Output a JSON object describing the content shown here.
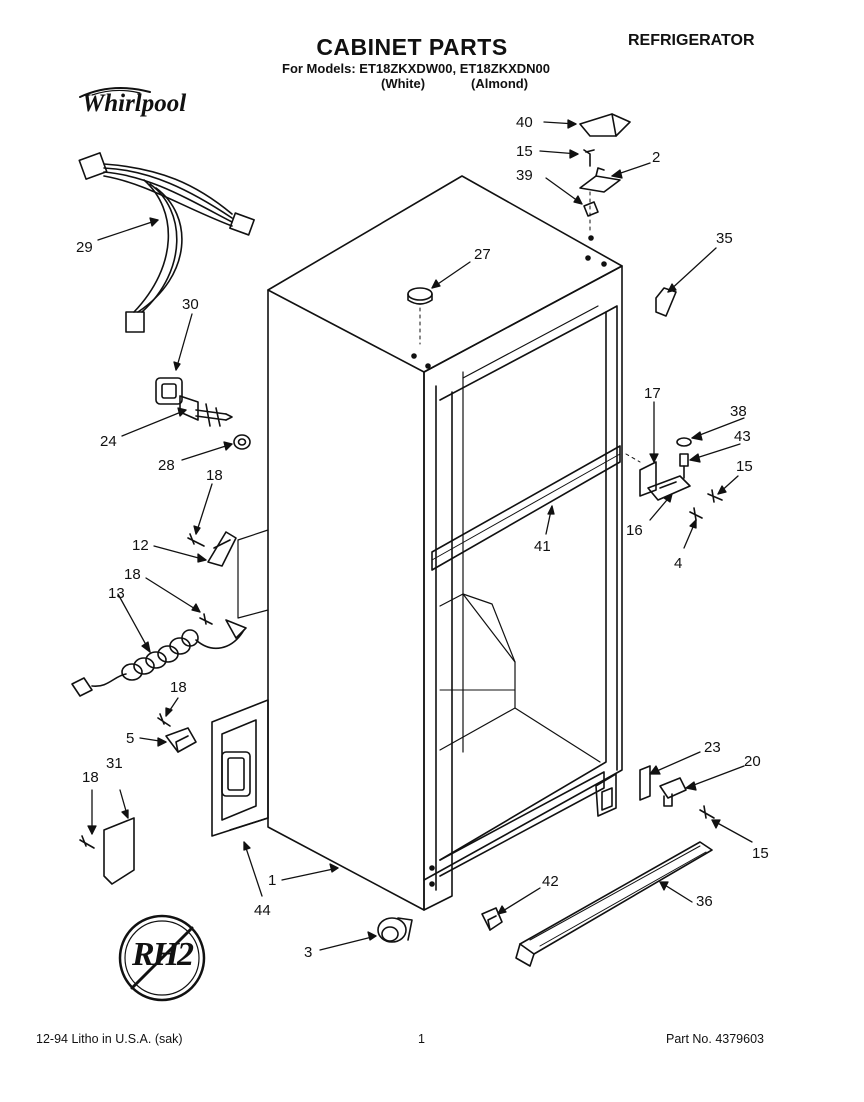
{
  "header": {
    "title": "CABINET PARTS",
    "category": "REFRIGERATOR",
    "models_line": "For Models: ET18ZKXDW00, ET18ZKXDN00",
    "variant_white": "(White)",
    "variant_almond": "(Almond)",
    "brand": "Whirlpool"
  },
  "footer": {
    "date_litho": "12-94  Litho in U.S.A. (sak)",
    "page_number": "1",
    "part_number": "Part No. 4379603"
  },
  "callouts": {
    "c40": "40",
    "c15a": "15",
    "c2": "2",
    "c39": "39",
    "c35": "35",
    "c27": "27",
    "c29": "29",
    "c30": "30",
    "c24": "24",
    "c28": "28",
    "c18a": "18",
    "c12": "12",
    "c18b": "18",
    "c13": "13",
    "c18c": "18",
    "c5": "5",
    "c18d": "18",
    "c31": "31",
    "c17": "17",
    "c38": "38",
    "c43": "43",
    "c15b": "15",
    "c16": "16",
    "c41": "41",
    "c4": "4",
    "c23": "23",
    "c20": "20",
    "c15c": "15",
    "c42": "42",
    "c36": "36",
    "c1": "1",
    "c44": "44",
    "c3": "3"
  },
  "stamp_text": "RH2"
}
